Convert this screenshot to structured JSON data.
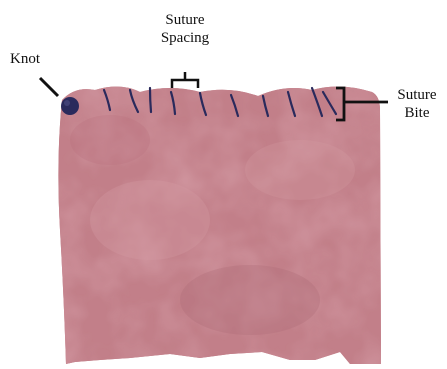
{
  "labels": {
    "knot": "Knot",
    "spacing_line1": "Suture",
    "spacing_line2": "Spacing",
    "bite_line1": "Suture",
    "bite_line2": "Bite"
  },
  "colors": {
    "tissue": "#c27f89",
    "tissue_dark": "#a8626e",
    "tissue_light": "#d49aa2",
    "suture": "#2a2a5c",
    "annotation": "#111111"
  }
}
